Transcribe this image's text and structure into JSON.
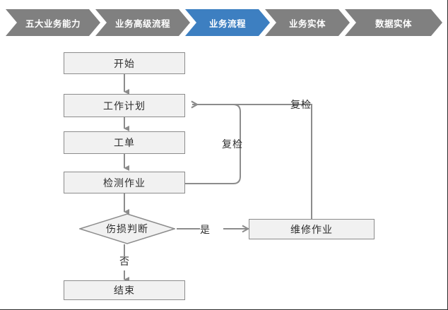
{
  "breadcrumb": {
    "active_color": "#3d7fc1",
    "inactive_color": "#808080",
    "steps": [
      {
        "label": "五大业务能力",
        "active": false
      },
      {
        "label": "业务高级流程",
        "active": false
      },
      {
        "label": "业务流程",
        "active": true
      },
      {
        "label": "业务实体",
        "active": false
      },
      {
        "label": "数据实体",
        "active": false
      }
    ]
  },
  "flowchart": {
    "node_fill": "#f1f1f1",
    "node_border": "#8c8c8c",
    "connector_color": "#8c8c8c",
    "nodes": [
      {
        "id": "start",
        "label": "开始",
        "shape": "rect"
      },
      {
        "id": "work_plan",
        "label": "工作计划",
        "shape": "rect"
      },
      {
        "id": "work_order",
        "label": "工单",
        "shape": "rect"
      },
      {
        "id": "inspection",
        "label": "检测作业",
        "shape": "rect"
      },
      {
        "id": "decision",
        "label": "伤损判断",
        "shape": "diamond"
      },
      {
        "id": "repair",
        "label": "维修作业",
        "shape": "rect"
      },
      {
        "id": "end",
        "label": "结束",
        "shape": "rect"
      }
    ],
    "edge_labels": {
      "yes": "是",
      "no": "否",
      "recheck_inner": "复检",
      "recheck_outer": "复检"
    }
  }
}
